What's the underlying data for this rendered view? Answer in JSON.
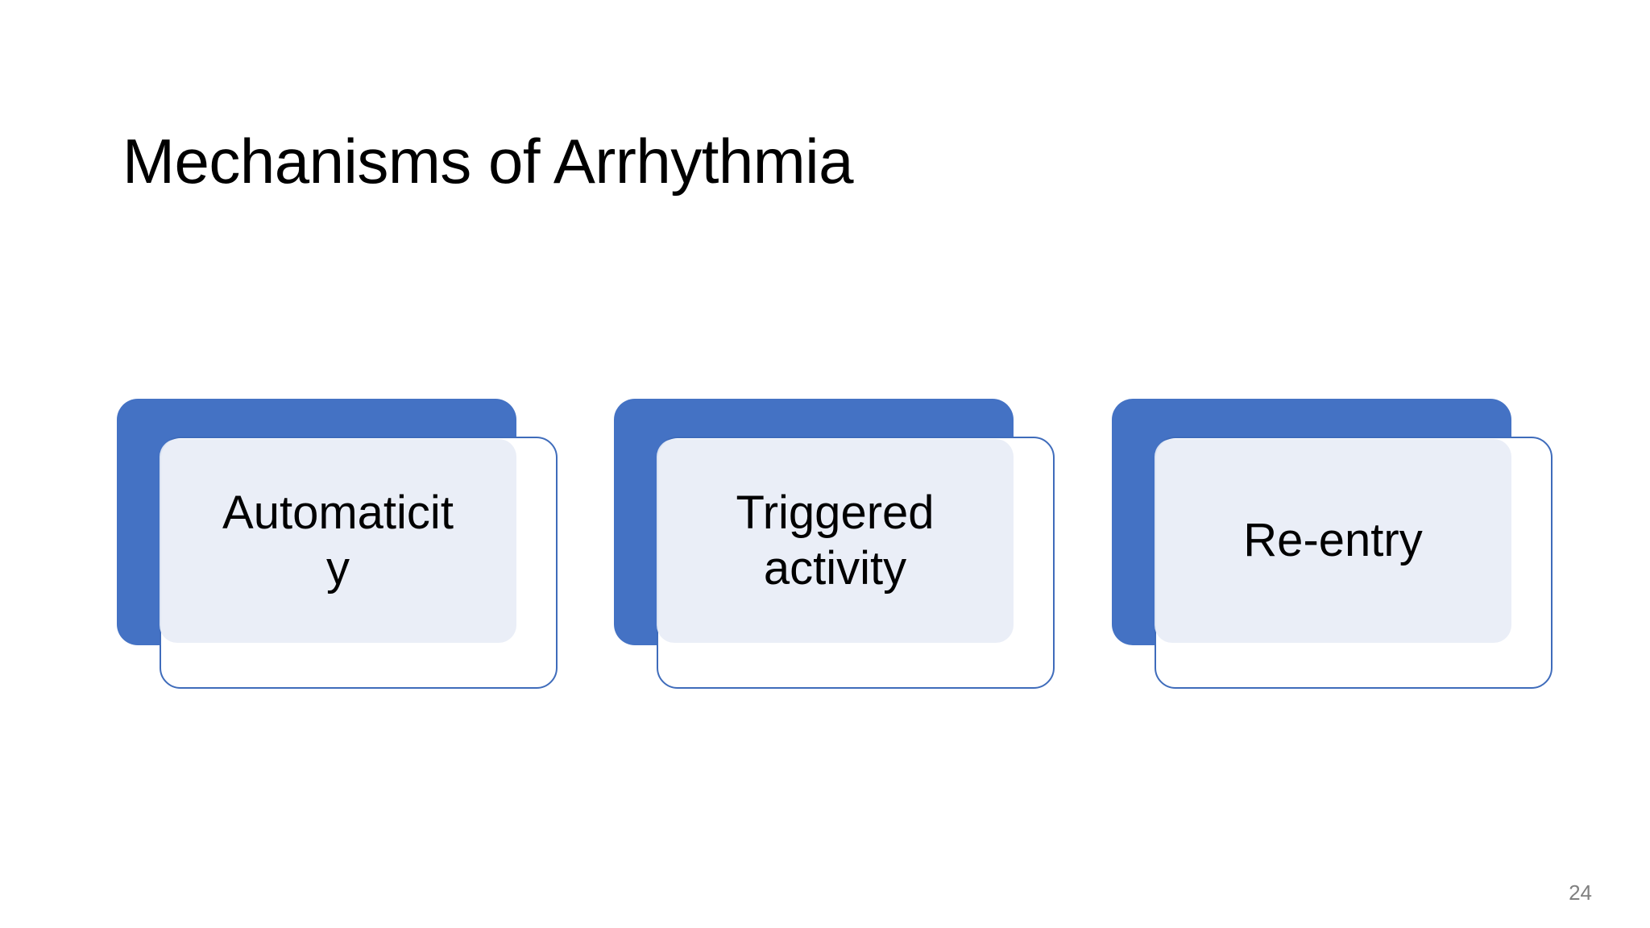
{
  "slide": {
    "title": "Mechanisms of Arrhythmia",
    "page_number": "24",
    "background_color": "#FFFFFF",
    "accent_color": "#4472C4",
    "panel_fill_color": "#E8EDF6",
    "outline_color": "#3F6CBB",
    "title_color": "#000000",
    "page_number_color": "#808080"
  },
  "cards": [
    {
      "label": "Automaticit\ny"
    },
    {
      "label": "Triggered\nactivity"
    },
    {
      "label": "Re-entry"
    }
  ]
}
